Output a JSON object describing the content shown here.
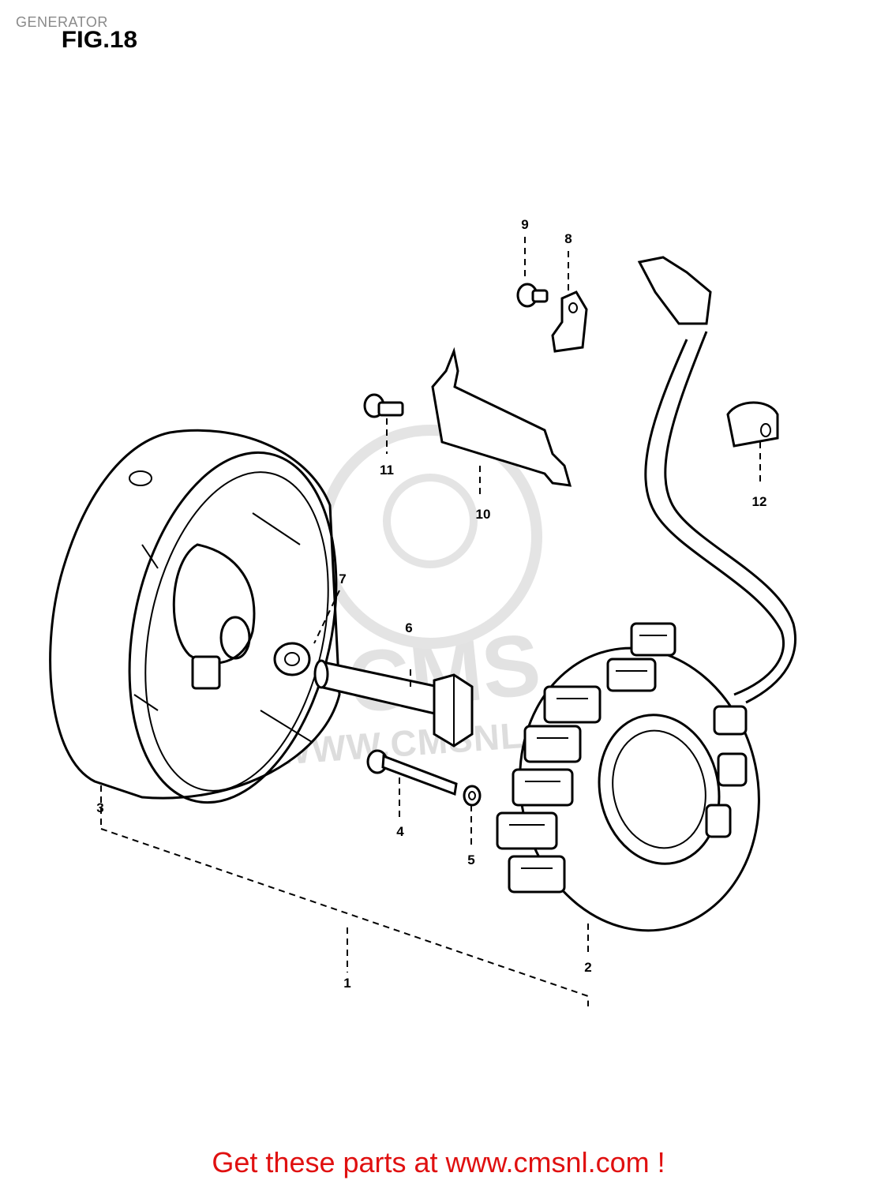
{
  "header": {
    "title": "GENERATOR",
    "figure": "FIG.18"
  },
  "footer": {
    "cta": "Get these parts at www.cmsnl.com !"
  },
  "watermark": {
    "brand": "CMS",
    "url": "WWW.CMSNL"
  },
  "parts": [
    {
      "number": "1"
    },
    {
      "number": "2"
    },
    {
      "number": "3"
    },
    {
      "number": "4"
    },
    {
      "number": "5"
    },
    {
      "number": "6"
    },
    {
      "number": "7"
    },
    {
      "number": "8"
    },
    {
      "number": "9"
    },
    {
      "number": "10"
    },
    {
      "number": "11"
    },
    {
      "number": "12"
    }
  ]
}
